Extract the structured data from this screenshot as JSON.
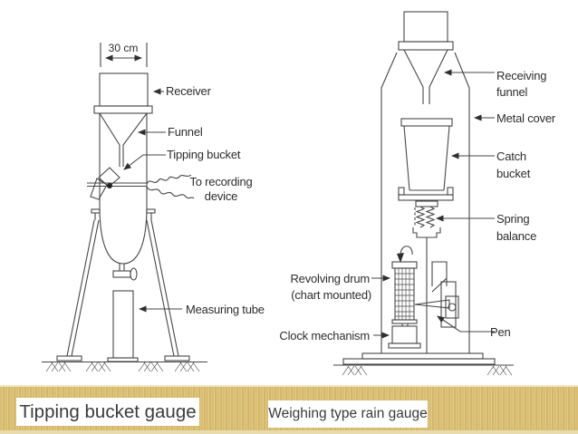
{
  "colors": {
    "background": "#ffffff",
    "line": "#474747",
    "text": "#2d2d2d",
    "band_base": "#d9bd72",
    "band_stripe_light": "#e1ca8a",
    "band_stripe_dark": "#d4b668",
    "band_top_line": "#efe4bd",
    "band_bottom_strip": "#e8dcae",
    "caption_bg": "#ffffff",
    "caption_text": "#3b3b3b"
  },
  "left": {
    "caption": "Tipping bucket gauge",
    "dimension": "30 cm",
    "labels": {
      "receiver": "Receiver",
      "funnel": "Funnel",
      "tipping_bucket": "Tipping bucket",
      "recording1": "To recording",
      "recording2": "device",
      "measuring_tube": "Measuring tube"
    }
  },
  "right": {
    "caption": "Weighing type rain gauge",
    "labels": {
      "receiving1": "Receiving",
      "receiving2": "funnel",
      "metal_cover": "Metal cover",
      "catch1": "Catch",
      "catch2": "bucket",
      "spring1": "Spring",
      "spring2": "balance",
      "drum1": "Revolving drum",
      "drum2": "(chart mounted)",
      "clock": "Clock mechanism",
      "pen": "Pen"
    }
  }
}
